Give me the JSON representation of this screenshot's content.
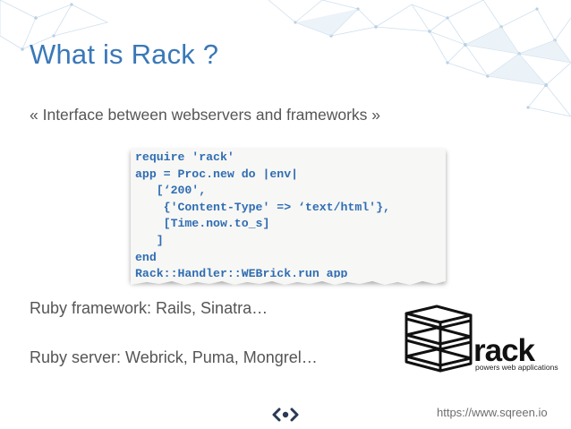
{
  "slide": {
    "title": "What is Rack ?",
    "subtitle": "« Interface between webservers and frameworks »",
    "code": "require 'rack'\napp = Proc.new do |env|\n   [‘200',\n    {'Content-Type' => ‘text/html'},\n    [Time.now.to_s]\n   ]\nend\nRack::Handler::WEBrick.run app",
    "framework_line": "Ruby framework: Rails, Sinatra…",
    "server_line": "Ruby server: Webrick, Puma, Mongrel…",
    "logo": {
      "word": "rack",
      "tagline": "powers web applications",
      "icon": "stacked-shelves-icon"
    },
    "footer_url": "https://www.sqreen.io",
    "nav_icon": "sqreen-chevrons-icon"
  },
  "colors": {
    "title": "#3a78b8",
    "code": "#2f6db3",
    "body_text": "#555555",
    "decoration": "#c9dceb"
  }
}
